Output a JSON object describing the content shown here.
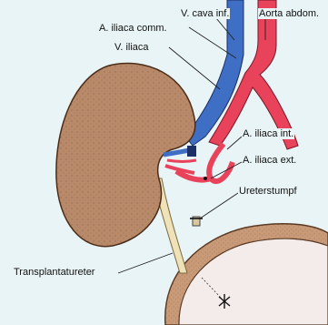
{
  "labels": {
    "vena_cava": "V. cava inf.",
    "aorta": "Aorta abdom.",
    "a_iliaca_comm": "A. iliaca comm.",
    "v_iliaca": "V. iliaca",
    "a_iliaca_int": "A. iliaca int.",
    "a_iliaca_ext": "A. iliaca ext.",
    "ureterstumpf": "Ureterstumpf",
    "transplantatureter": "Transplantatureter"
  },
  "colors": {
    "background": "#e9f4f6",
    "kidney": "#b98a6a",
    "vein": "#3f6fc4",
    "artery": "#e8435a",
    "bladder": "#c99a78",
    "ureter": "#efe2b8"
  }
}
